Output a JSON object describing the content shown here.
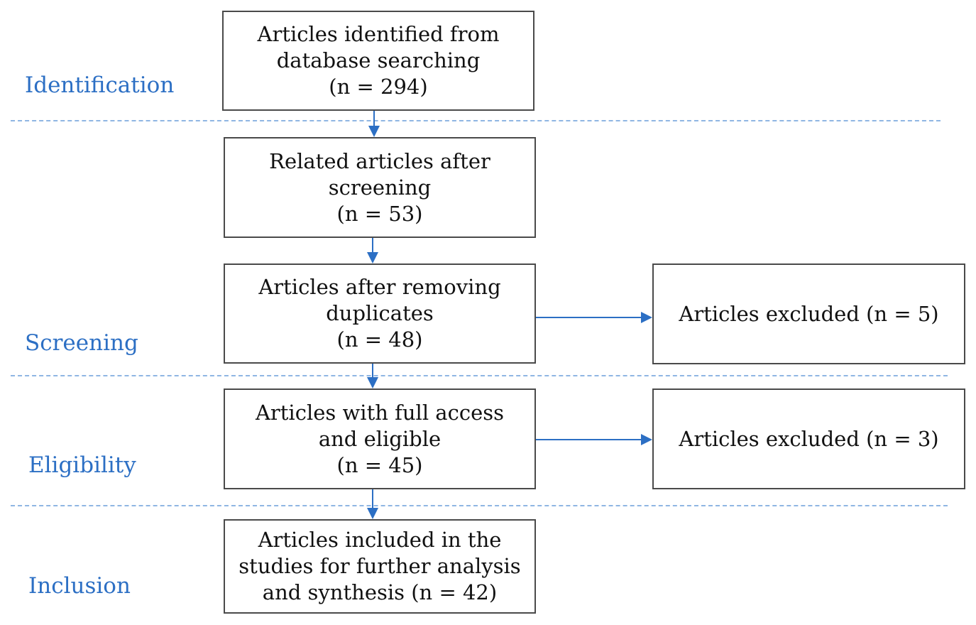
{
  "stages": {
    "identification": "Identification",
    "screening": "Screening",
    "eligibility": "Eligibility",
    "inclusion": "Inclusion"
  },
  "boxes": {
    "identified": [
      "Articles identified from",
      "database searching",
      "(n = 294)"
    ],
    "screened": [
      "Related articles after",
      "screening",
      "(n = 53)"
    ],
    "deduplicated": [
      "Articles after removing",
      "duplicates",
      "(n = 48)"
    ],
    "eligible": [
      "Articles with full access",
      "and eligible",
      "(n = 45)"
    ],
    "included": [
      "Articles included in the",
      "studies for further analysis",
      "and synthesis (n = 42)"
    ],
    "excluded_1": [
      "Articles excluded (n = 5)"
    ],
    "excluded_2": [
      "Articles excluded (n = 3)"
    ]
  },
  "colors": {
    "stage_label": "#2c6fc4",
    "arrow": "#2c6fc4",
    "divider": "#8fb6e3",
    "box_border": "#4a4a4a"
  }
}
